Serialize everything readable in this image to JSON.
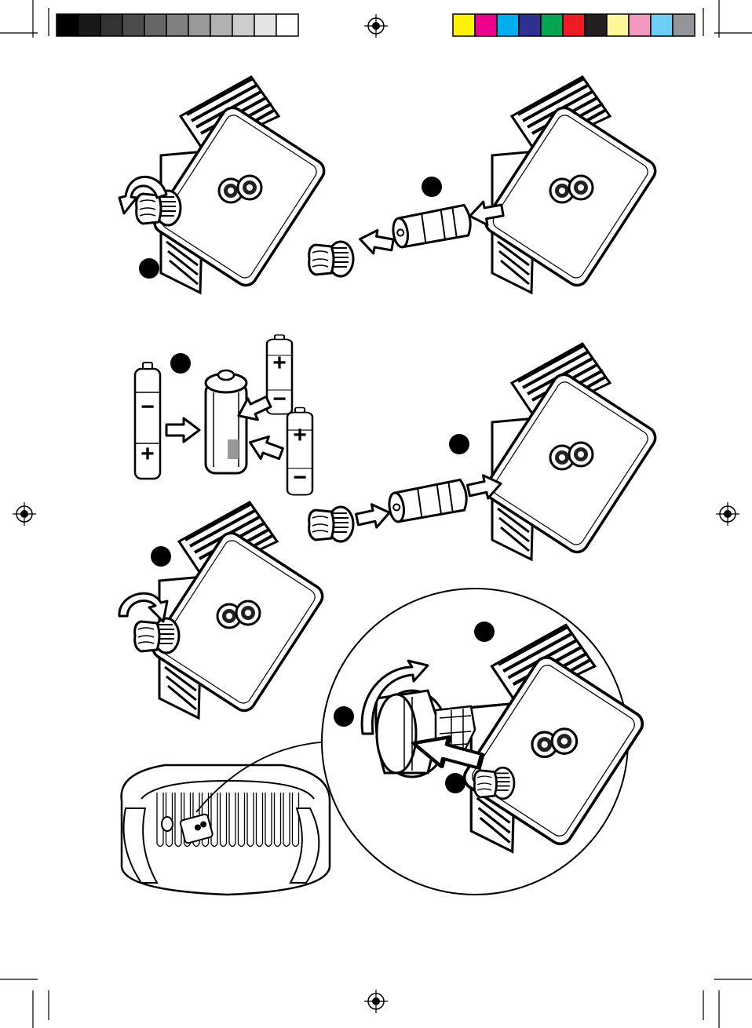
{
  "print_marks": {
    "gray_swatches": [
      "#000000",
      "#191919",
      "#333333",
      "#4c4c4c",
      "#666666",
      "#808080",
      "#999999",
      "#b2b2b2",
      "#cccccc",
      "#e5e5e5",
      "#ffffff"
    ],
    "color_swatches": [
      "#fff200",
      "#ec008c",
      "#00aeef",
      "#2e3192",
      "#00a651",
      "#ed1c24",
      "#231f20",
      "#fff799",
      "#f49ac1",
      "#6dcff6",
      "#939598"
    ]
  },
  "battery_symbols": {
    "plus": "+",
    "minus": "−"
  },
  "steps": [
    {
      "id": "open-cap"
    },
    {
      "id": "remove-holder"
    },
    {
      "id": "insert-batteries"
    },
    {
      "id": "reinsert-holder"
    },
    {
      "id": "close-cap"
    },
    {
      "id": "detail-view"
    }
  ]
}
